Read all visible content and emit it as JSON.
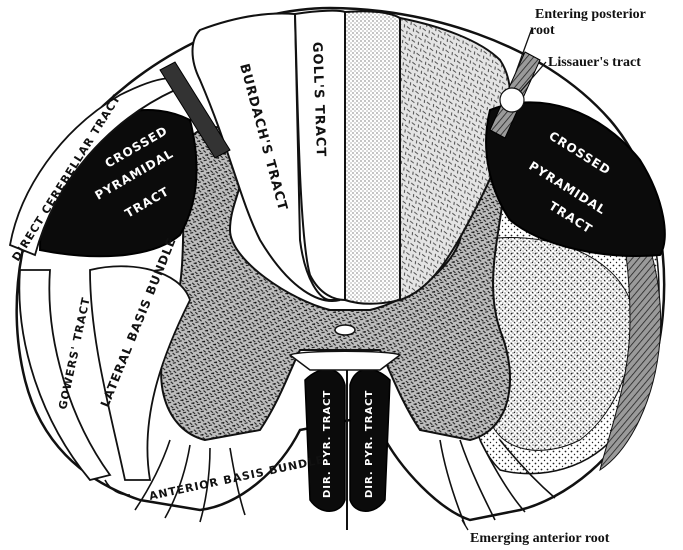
{
  "diagram": {
    "regions": {
      "burdach": "BURDACH'S TRACT",
      "goll": "GOLL'S TRACT",
      "crossed_left_1": "CROSSED",
      "crossed_left_2": "PYRAMIDAL",
      "crossed_left_3": "TRACT",
      "crossed_right_1": "CROSSED",
      "crossed_right_2": "PYRAMIDAL",
      "crossed_right_3": "TRACT",
      "direct_cerebellar": "DIRECT CEREBELLAR TRACT",
      "gowers": "GOWERS' TRACT",
      "lateral_basis": "LATERAL BASIS BUNDLE",
      "anterior_basis": "ANTERIOR BASIS BUNDLE",
      "dir_pyr_left": "DIR. PYR. TRACT",
      "dir_pyr_right": "DIR. PYR. TRACT"
    },
    "callouts": {
      "entering_posterior_1": "Entering posterior",
      "entering_posterior_2": "root",
      "lissauer": "Lissauer's tract",
      "emerging_anterior": "Emerging anterior root"
    },
    "colors": {
      "ink": "#111111",
      "paper": "#ffffff",
      "grey_matter": "#cfcfcf"
    }
  }
}
